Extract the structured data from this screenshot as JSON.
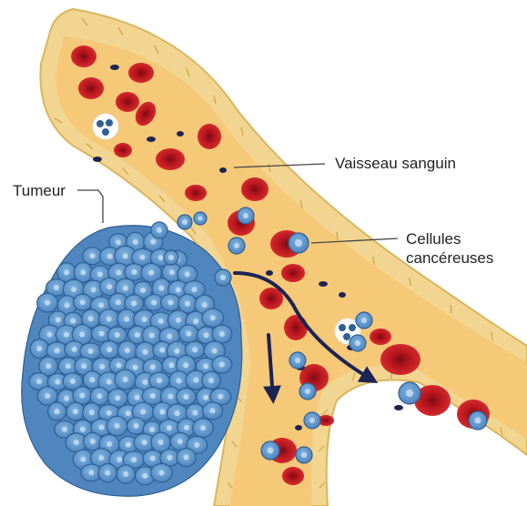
{
  "labels": {
    "vessel": "Vaisseau sanguin",
    "tumor": "Tumeur",
    "cancer_cells_line1": "Cellules",
    "cancer_cells_line2": "cancéreuses"
  },
  "colors": {
    "vessel_fill": "#f6c978",
    "vessel_wall": "#f1d590",
    "vessel_wall_tick": "#cfa443",
    "red_cell": "#c61f26",
    "red_cell_dark": "#951018",
    "tumor_cell": "#5b93c9",
    "tumor_cell_edge": "#2f5f95",
    "nucleus": "#b9d6f0",
    "arrow": "#1c2453",
    "platelet": "#1c2453",
    "leader_line": "#444444"
  },
  "icons": [
    "red-blood-cell-icon",
    "cancer-cell-icon",
    "platelet-icon",
    "white-blood-cell-icon",
    "flow-arrow-icon"
  ]
}
